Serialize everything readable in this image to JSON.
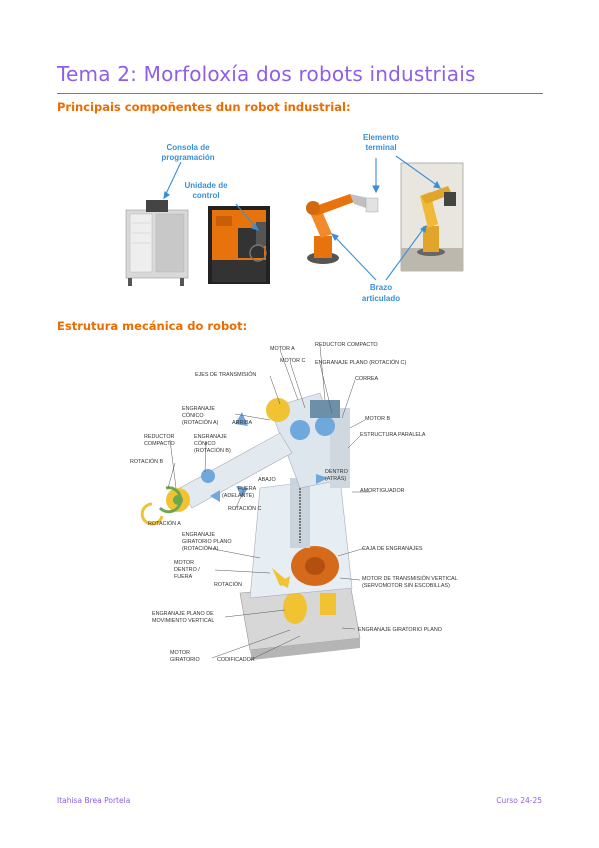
{
  "title": "Tema 2: Morfoloxía dos robots industriais",
  "section1": "Principais compoñentes dun robot industrial:",
  "section2": "Estrutura mecánica do robot:",
  "components": {
    "console_l1": "Consola de",
    "console_l2": "programación",
    "control_l1": "Unidade de",
    "control_l2": "control",
    "terminal_l1": "Elemento",
    "terminal_l2": "terminal",
    "arm_l1": "Brazo",
    "arm_l2": "articulado"
  },
  "robot_labels": {
    "motor_a": "MOTOR A",
    "motor_c": "MOTOR C",
    "reductor_compacto_top": "REDUCTOR COMPACTO",
    "engranaje_plano_c": "ENGRANAJE PLANO (ROTACIÓN C)",
    "correa": "CORREA",
    "ejes": "EJES DE TRANSMISIÓN",
    "eng_conico_a_1": "ENGRANAJE",
    "eng_conico_a_2": "CÓNICO",
    "eng_conico_a_3": "(ROTACIÓN A)",
    "arriba": "ARRIBA",
    "motor_b": "MOTOR B",
    "estructura": "ESTRUCTURA PARALELA",
    "reductor_1": "REDUCTOR",
    "reductor_2": "COMPACTO",
    "eng_conico_b_1": "ENGRANAJE",
    "eng_conico_b_2": "CÓNICO",
    "eng_conico_b_3": "(ROTACIÓN B)",
    "rotacion_b": "ROTACIÓN B",
    "dentro_1": "DENTRO",
    "dentro_2": "(ATRÁS)",
    "abajo": "ABAJO",
    "fuera_1": "FUERA",
    "fuera_2": "(ADELANTE)",
    "amortiguador": "AMORTIGUADOR",
    "rotacion_c": "ROTACIÓN C",
    "rotacion_a": "ROTACIÓN A",
    "eng_gir_1": "ENGRANAJE",
    "eng_gir_2": "GIRATORIO PLANO",
    "eng_gir_3": "(ROTACIÓN A)",
    "caja": "CAJA DE ENGRANAJES",
    "motor_df_1": "MOTOR",
    "motor_df_2": "DENTRO /",
    "motor_df_3": "FUERA",
    "rotacion": "ROTACIÓN",
    "motor_tv_1": "MOTOR DE TRANSMISIÓN VERTICAL",
    "motor_tv_2": "(SERVOMOTOR SIN ESCOBILLAS)",
    "eng_pmv_1": "ENGRANAJE PLANO DE",
    "eng_pmv_2": "MOVIMIENTO VERTICAL",
    "eng_gir_plano": "ENGRANAJE GIRATORIO PLANO",
    "motor_gir_1": "MOTOR",
    "motor_gir_2": "GIRATORIO",
    "codificador": "CODIFICADOR"
  },
  "footer": {
    "author": "Itahisa Brea Portela",
    "course": "Curso 24-25"
  },
  "colors": {
    "title": "#8f5ee6",
    "section": "#ec6c00",
    "callout": "#3a8fd8",
    "kuka_orange": "#e8730c"
  }
}
